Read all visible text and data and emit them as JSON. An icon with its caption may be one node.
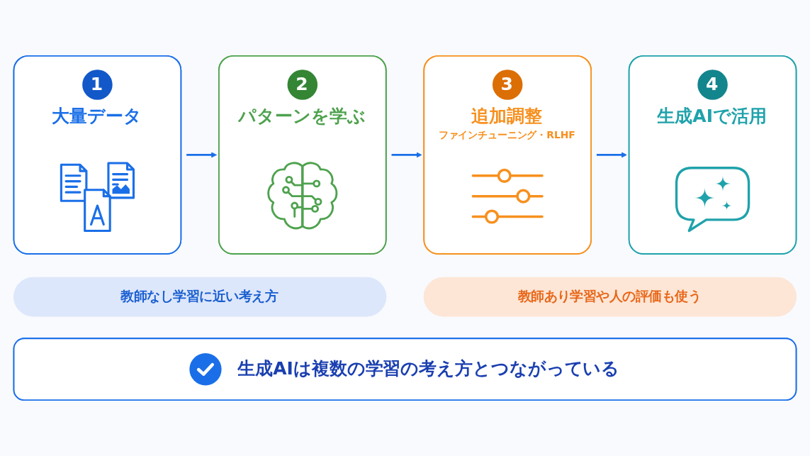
{
  "diagram": {
    "nodes": [
      {
        "text": [
          "1",
          "大量データ"
        ]
      },
      {
        "text": [
          "2",
          "パターンを学ぶ"
        ]
      },
      {
        "text": [
          "3",
          "追加調整",
          "ファインチューニング・RLHF"
        ]
      },
      {
        "text": [
          "4",
          "生成AIで活用"
        ]
      },
      {
        "text": [
          "教師なし学習に近い考え方"
        ]
      },
      {
        "text": [
          "教師あり学習や人の評価も使う"
        ]
      },
      {
        "text": [
          "生成AIは複数の学習の考え方とつながっている"
        ]
      }
    ],
    "edges": [
      {
        "from": 0,
        "to": 1,
        "arrow": "to"
      },
      {
        "from": 1,
        "to": 2,
        "arrow": "to"
      },
      {
        "from": 2,
        "to": 3,
        "arrow": "to"
      }
    ]
  }
}
